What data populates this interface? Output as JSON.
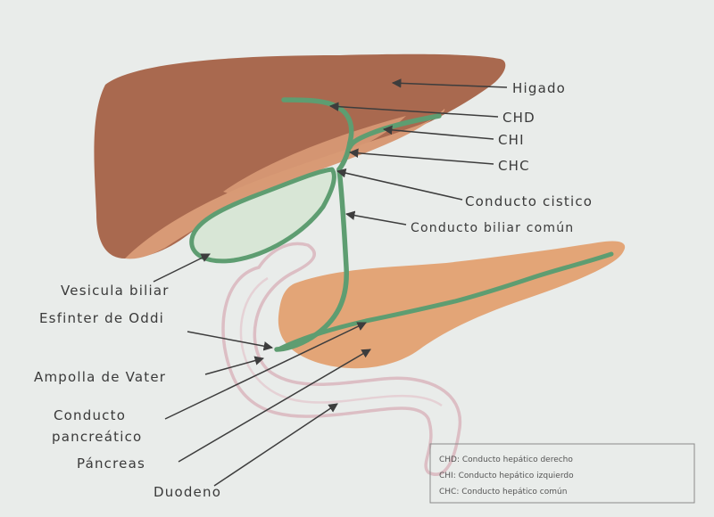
{
  "labels": {
    "higado": "Higado",
    "chd": "CHD",
    "chi": "CHI",
    "chc": "CHC",
    "cistico": "Conducto cistico",
    "biliar_comun": "Conducto biliar común",
    "vesicula": "Vesicula biliar",
    "esfinter": "Esfinter de Oddi",
    "ampolla": "Ampolla de Vater",
    "conducto_pancreatico_1": "Conducto",
    "conducto_pancreatico_2": "pancreático",
    "pancreas": "Páncreas",
    "duodeno": "Duodeno"
  },
  "legend": {
    "line1": "CHD: Conducto hepático derecho",
    "line2": "CHI: Conducto hepático izquierdo",
    "line3": "CHC: Conducto hepático común"
  },
  "colors": {
    "liver": "#a9694f",
    "liver_shadow": "#d89a76",
    "pancreas": "#e3a577",
    "duct": "#5e9d71",
    "gallbladder_fill": "#d8e6d6",
    "duodenum_outline": "#d9b6bd",
    "arrow": "#3d3d3d"
  }
}
